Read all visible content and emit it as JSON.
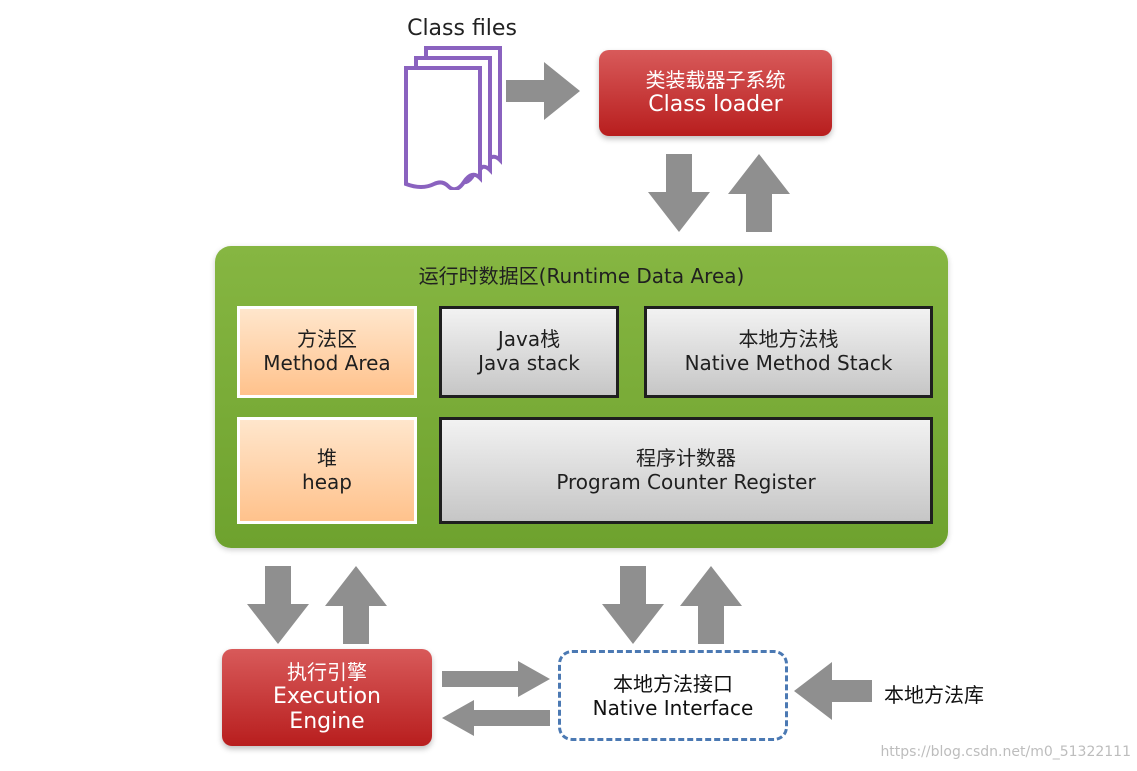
{
  "diagram": {
    "class_files_label": "Class files",
    "class_loader": {
      "line1": "类装载器子系统",
      "line2": "Class loader"
    },
    "runtime_data_area": {
      "title": "运行时数据区(Runtime Data Area)",
      "method_area": {
        "line1": "方法区",
        "line2": "Method Area"
      },
      "java_stack": {
        "line1": "Java栈",
        "line2": "Java stack"
      },
      "native_method_stack": {
        "line1": "本地方法栈",
        "line2": "Native Method Stack"
      },
      "heap": {
        "line1": "堆",
        "line2": "heap"
      },
      "program_counter_register": {
        "line1": "程序计数器",
        "line2": "Program Counter Register"
      }
    },
    "execution_engine": {
      "line1": "执行引擎",
      "line2": "Execution",
      "line3": "Engine"
    },
    "native_interface": {
      "line1": "本地方法接口",
      "line2": "Native Interface"
    },
    "native_library_label": "本地方法库",
    "watermark": "https://blog.csdn.net/m0_51322111"
  },
  "colors": {
    "red_box": "#c62828",
    "runtime_green": "#78ab34",
    "orange_cell": "#ffd4a8",
    "gray_cell": "#d9d9d9",
    "arrow_gray": "#8f8f8f",
    "dashed_blue": "#4b79b3",
    "document_purple": "#8a62bf"
  },
  "icons": {
    "class_files": "document-stack-icon",
    "flow": "block-arrow-icon"
  }
}
